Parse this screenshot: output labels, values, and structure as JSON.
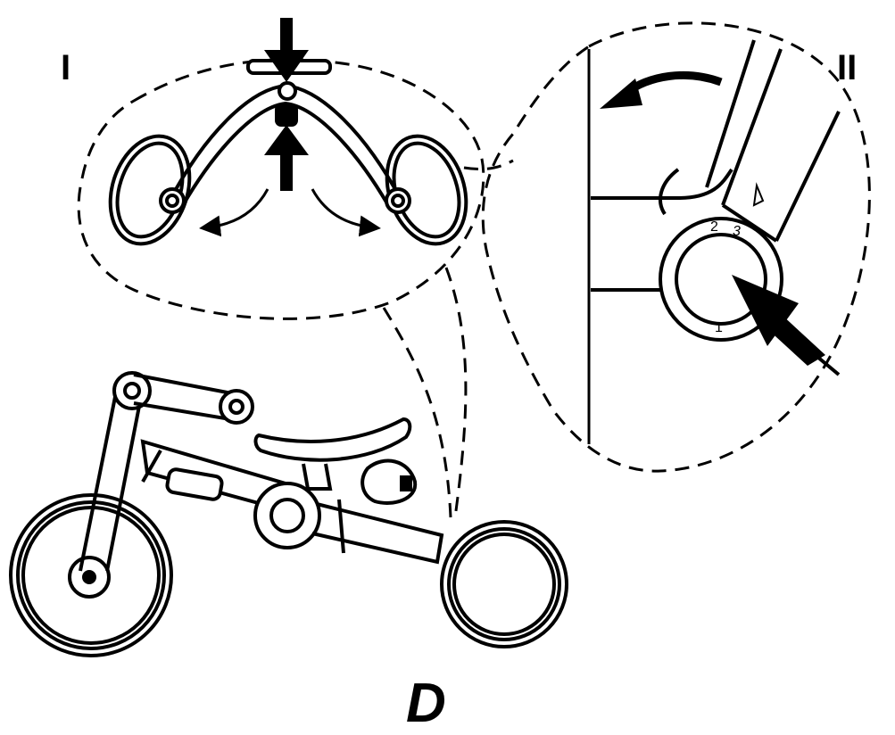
{
  "labels": {
    "detail_one": "I",
    "detail_two": "II",
    "step": "D"
  },
  "adjust_positions": [
    "1",
    "2",
    "3"
  ],
  "colors": {
    "ink": "#000000",
    "paper": "#ffffff"
  }
}
